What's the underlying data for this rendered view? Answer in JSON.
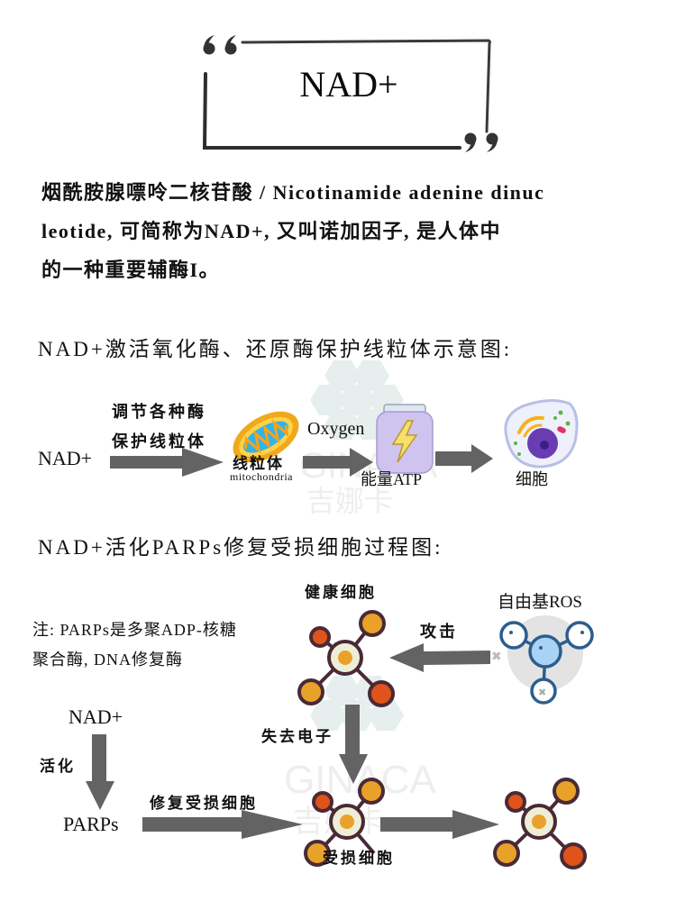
{
  "title": {
    "text": "NAD+",
    "open_quote": "66",
    "close_quote": "99"
  },
  "intro": {
    "lines": [
      "烟酰胺腺嘌呤二核苷酸 / Nicotinamide adenine dinuc",
      "leotide, 可简称为NAD+, 又叫诺加因子, 是人体中",
      "的一种重要辅酶I。"
    ]
  },
  "section1": {
    "heading": "NAD+激活氧化酶、还原酶保护线粒体示意图:",
    "source_label": "NAD+",
    "arrow1_labels": [
      "调节各种酶",
      "保护线粒体"
    ],
    "mitochondria_label": "线粒体",
    "mitochondria_label_en": "mitochondria",
    "arrow2_label": "Oxygen",
    "atp_label": "能量ATP",
    "cell_label": "细胞"
  },
  "section2": {
    "heading": "NAD+活化PARPs修复受损细胞过程图:",
    "note_lines": [
      "注: PARPs是多聚ADP-核糖",
      "聚合酶, DNA修复酶"
    ],
    "healthy_cell_label": "健康细胞",
    "ros_label": "自由基ROS",
    "attack_label": "攻击",
    "lose_electron_label": "失去电子",
    "nad_label": "NAD+",
    "activate_label": "活化",
    "parps_label": "PARPs",
    "repair_label": "修复受损细胞",
    "damaged_cell_label": "受损细胞"
  },
  "watermark": {
    "text_en": "GINACA",
    "text_cn": "吉娜卡"
  },
  "colors": {
    "arrow": "#636363",
    "frame": "#333333",
    "orange": "#e8a22a",
    "red_orange": "#e0531a",
    "node_outline": "#4a2a36",
    "node_center": "#eeeed7",
    "ros_blue": "#2d5d8f",
    "ros_fill": "#a9d3f5",
    "jar": "#cfc3ef",
    "cell": "#eef1fb",
    "nucleus": "#6a3cb4",
    "watermark": "#e8f0ee"
  }
}
